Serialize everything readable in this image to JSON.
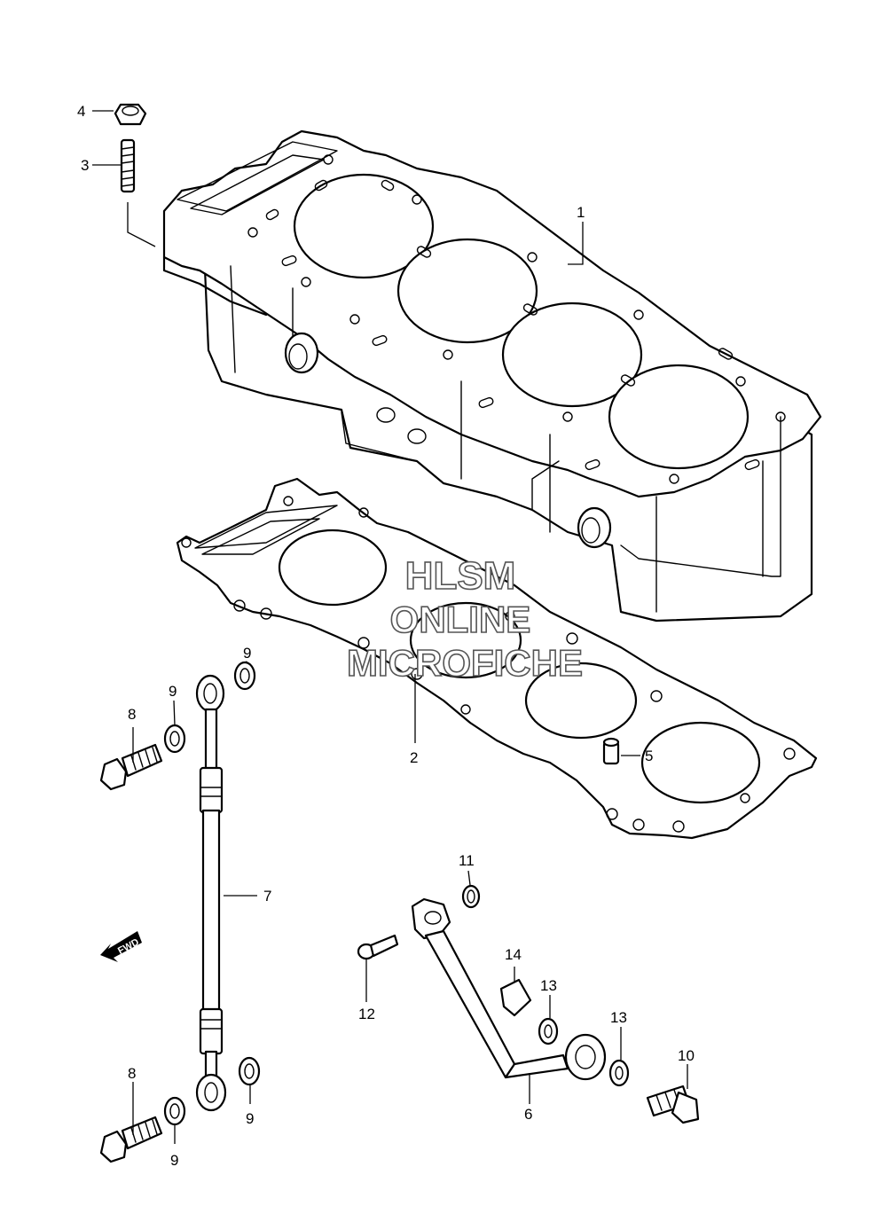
{
  "callouts": {
    "c1": "1",
    "c2": "2",
    "c3": "3",
    "c4": "4",
    "c5": "5",
    "c6": "6",
    "c7": "7",
    "c8a": "8",
    "c8b": "8",
    "c9a": "9",
    "c9b": "9",
    "c9c": "9",
    "c9d": "9",
    "c10": "10",
    "c11": "11",
    "c12": "12",
    "c13a": "13",
    "c13b": "13",
    "c14": "14"
  },
  "watermark": {
    "line1": "HLSM",
    "line2": "ONLINE",
    "line3": "MICROFICHE"
  },
  "fwd_arrow": {
    "label": "FWD",
    "icon": "fwd-arrow-icon"
  }
}
